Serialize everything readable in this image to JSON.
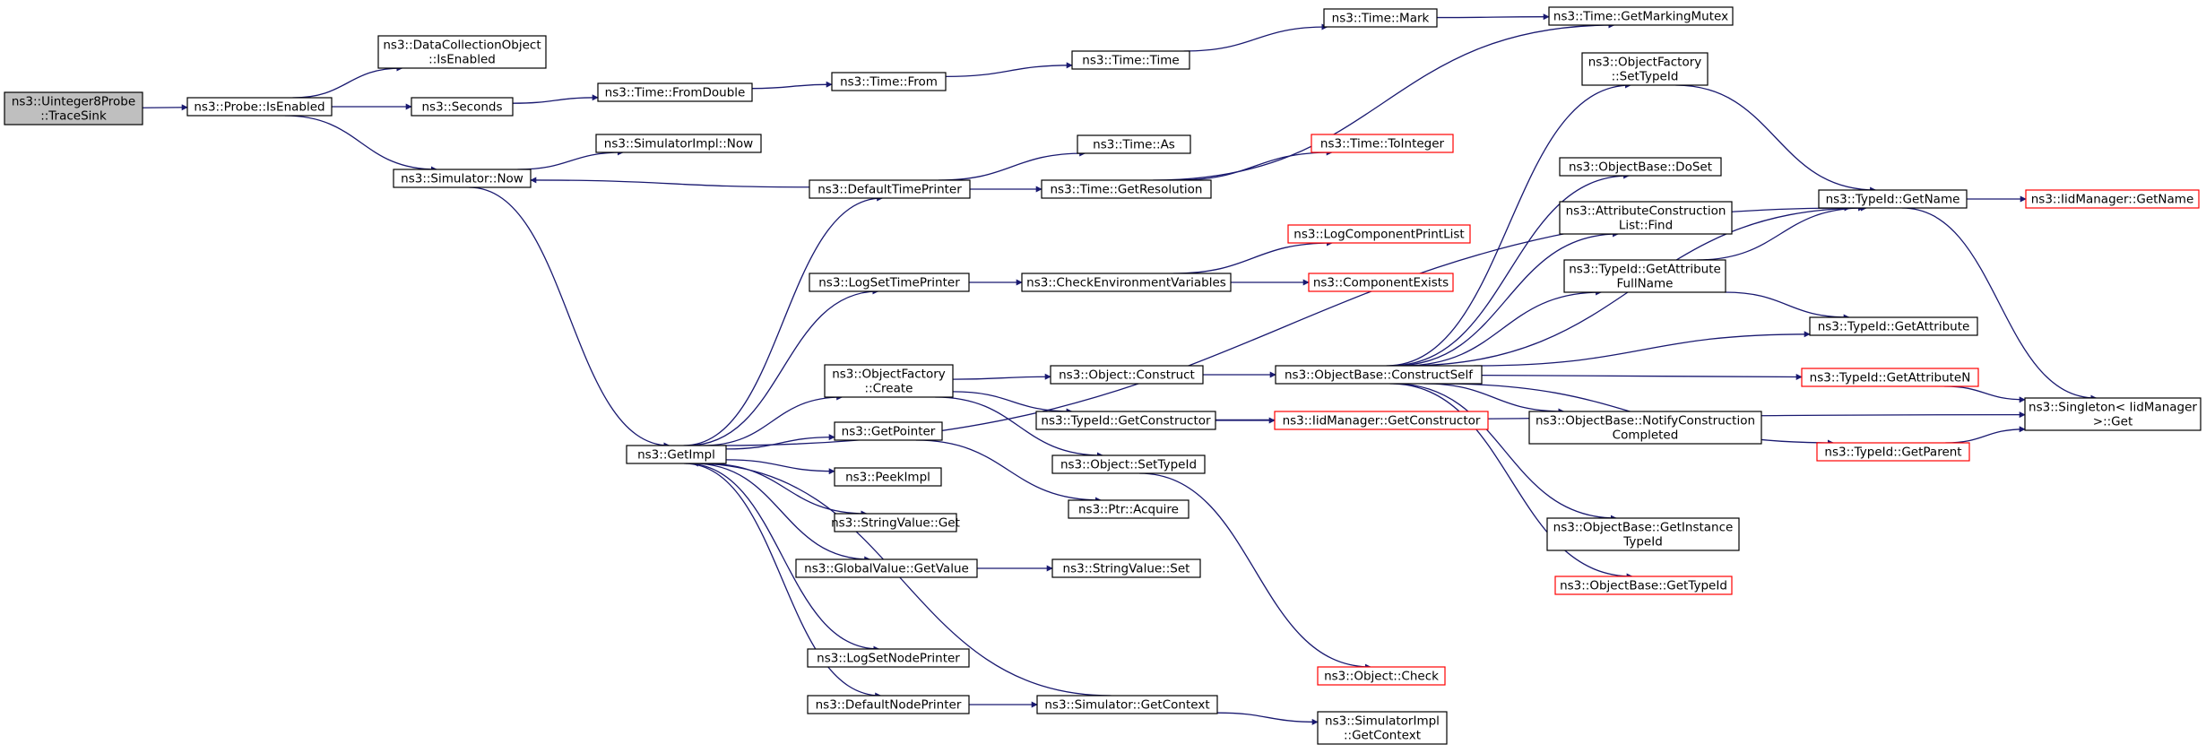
{
  "colors": {
    "edge": "#191970",
    "node_border": "#000000",
    "truncated_border": "#ff0000",
    "root_fill": "#bfbfbf",
    "node_fill": "#ffffff"
  },
  "nodes": {
    "root": {
      "lines": [
        "ns3::Uinteger8Probe",
        "::TraceSink"
      ],
      "style": "root"
    },
    "isEnabled": {
      "lines": [
        "ns3::Probe::IsEnabled"
      ],
      "style": "normal"
    },
    "dcoIsEnabled": {
      "lines": [
        "ns3::DataCollectionObject",
        "::IsEnabled"
      ],
      "style": "normal"
    },
    "seconds": {
      "lines": [
        "ns3::Seconds"
      ],
      "style": "normal"
    },
    "simNow": {
      "lines": [
        "ns3::Simulator::Now"
      ],
      "style": "normal"
    },
    "fromDouble": {
      "lines": [
        "ns3::Time::FromDouble"
      ],
      "style": "normal"
    },
    "timeFrom": {
      "lines": [
        "ns3::Time::From"
      ],
      "style": "normal"
    },
    "timeTime": {
      "lines": [
        "ns3::Time::Time"
      ],
      "style": "normal"
    },
    "timeMark": {
      "lines": [
        "ns3::Time::Mark"
      ],
      "style": "normal"
    },
    "markingMutex": {
      "lines": [
        "ns3::Time::GetMarkingMutex"
      ],
      "style": "normal"
    },
    "simImplNow": {
      "lines": [
        "ns3::SimulatorImpl::Now"
      ],
      "style": "normal"
    },
    "timeAs": {
      "lines": [
        "ns3::Time::As"
      ],
      "style": "normal"
    },
    "defaultTimePrinter": {
      "lines": [
        "ns3::DefaultTimePrinter"
      ],
      "style": "normal"
    },
    "getResolution": {
      "lines": [
        "ns3::Time::GetResolution"
      ],
      "style": "normal"
    },
    "toInteger": {
      "lines": [
        "ns3::Time::ToInteger"
      ],
      "style": "truncated"
    },
    "logCompPrintList": {
      "lines": [
        "ns3::LogComponentPrintList"
      ],
      "style": "truncated"
    },
    "logSetTimePrinter": {
      "lines": [
        "ns3::LogSetTimePrinter"
      ],
      "style": "normal"
    },
    "checkEnvVars": {
      "lines": [
        "ns3::CheckEnvironmentVariables"
      ],
      "style": "normal"
    },
    "componentExists": {
      "lines": [
        "ns3::ComponentExists"
      ],
      "style": "truncated"
    },
    "ofSetTypeId": {
      "lines": [
        "ns3::ObjectFactory",
        "::SetTypeId"
      ],
      "style": "normal"
    },
    "obDoSet": {
      "lines": [
        "ns3::ObjectBase::DoSet"
      ],
      "style": "normal"
    },
    "attrConstrFind": {
      "lines": [
        "ns3::AttributeConstruction",
        "List::Find"
      ],
      "style": "normal"
    },
    "getAttrFullName": {
      "lines": [
        "ns3::TypeId::GetAttribute",
        "FullName"
      ],
      "style": "normal"
    },
    "typeIdGetName": {
      "lines": [
        "ns3::TypeId::GetName"
      ],
      "style": "normal"
    },
    "iidGetName": {
      "lines": [
        "ns3::IidManager::GetName"
      ],
      "style": "truncated"
    },
    "getAttribute": {
      "lines": [
        "ns3::TypeId::GetAttribute"
      ],
      "style": "normal"
    },
    "ofCreate": {
      "lines": [
        "ns3::ObjectFactory",
        "::Create"
      ],
      "style": "normal"
    },
    "objConstruct": {
      "lines": [
        "ns3::Object::Construct"
      ],
      "style": "normal"
    },
    "constructSelf": {
      "lines": [
        "ns3::ObjectBase::ConstructSelf"
      ],
      "style": "normal"
    },
    "getAttributeN": {
      "lines": [
        "ns3::TypeId::GetAttributeN"
      ],
      "style": "truncated"
    },
    "singletonGet": {
      "lines": [
        "ns3::Singleton< IidManager",
        " >::Get"
      ],
      "style": "normal"
    },
    "getConstructor": {
      "lines": [
        "ns3::TypeId::GetConstructor"
      ],
      "style": "normal"
    },
    "iidGetConstructor": {
      "lines": [
        "ns3::IidManager::GetConstructor"
      ],
      "style": "truncated"
    },
    "notifyConstr": {
      "lines": [
        "ns3::ObjectBase::NotifyConstruction",
        "Completed"
      ],
      "style": "normal"
    },
    "getImpl": {
      "lines": [
        "ns3::GetImpl"
      ],
      "style": "normal"
    },
    "getPointer": {
      "lines": [
        "ns3::GetPointer"
      ],
      "style": "normal"
    },
    "objSetTypeId": {
      "lines": [
        "ns3::Object::SetTypeId"
      ],
      "style": "normal"
    },
    "getParent": {
      "lines": [
        "ns3::TypeId::GetParent"
      ],
      "style": "truncated"
    },
    "peekImpl": {
      "lines": [
        "ns3::PeekImpl"
      ],
      "style": "normal"
    },
    "ptrAcquire": {
      "lines": [
        "ns3::Ptr::Acquire"
      ],
      "style": "normal"
    },
    "stringValueGet": {
      "lines": [
        "ns3::StringValue::Get"
      ],
      "style": "normal"
    },
    "getInstanceTypeId": {
      "lines": [
        "ns3::ObjectBase::GetInstance",
        "TypeId"
      ],
      "style": "normal"
    },
    "gvGetValue": {
      "lines": [
        "ns3::GlobalValue::GetValue"
      ],
      "style": "normal"
    },
    "stringValueSet": {
      "lines": [
        "ns3::StringValue::Set"
      ],
      "style": "normal"
    },
    "obGetTypeId": {
      "lines": [
        "ns3::ObjectBase::GetTypeId"
      ],
      "style": "truncated"
    },
    "logSetNodePrinter": {
      "lines": [
        "ns3::LogSetNodePrinter"
      ],
      "style": "normal"
    },
    "objCheck": {
      "lines": [
        "ns3::Object::Check"
      ],
      "style": "truncated"
    },
    "defaultNodePrinter": {
      "lines": [
        "ns3::DefaultNodePrinter"
      ],
      "style": "normal"
    },
    "simGetContext": {
      "lines": [
        "ns3::Simulator::GetContext"
      ],
      "style": "normal"
    },
    "simImplGetContext": {
      "lines": [
        "ns3::SimulatorImpl",
        "::GetContext"
      ],
      "style": "normal"
    }
  },
  "edges": [
    [
      "root",
      "isEnabled"
    ],
    [
      "isEnabled",
      "dcoIsEnabled"
    ],
    [
      "isEnabled",
      "seconds"
    ],
    [
      "isEnabled",
      "simNow"
    ],
    [
      "seconds",
      "fromDouble"
    ],
    [
      "fromDouble",
      "timeFrom"
    ],
    [
      "timeFrom",
      "timeTime"
    ],
    [
      "timeTime",
      "timeMark"
    ],
    [
      "timeMark",
      "markingMutex"
    ],
    [
      "simNow",
      "simImplNow"
    ],
    [
      "simNow",
      "getImpl"
    ],
    [
      "defaultTimePrinter",
      "simNow"
    ],
    [
      "defaultTimePrinter",
      "timeAs"
    ],
    [
      "defaultTimePrinter",
      "getResolution"
    ],
    [
      "getResolution",
      "toInteger"
    ],
    [
      "getResolution",
      "markingMutex"
    ],
    [
      "logSetTimePrinter",
      "checkEnvVars"
    ],
    [
      "checkEnvVars",
      "logCompPrintList"
    ],
    [
      "checkEnvVars",
      "componentExists"
    ],
    [
      "ofSetTypeId",
      "typeIdGetName"
    ],
    [
      "typeIdGetName",
      "iidGetName"
    ],
    [
      "typeIdGetName",
      "singletonGet"
    ],
    [
      "getAttrFullName",
      "typeIdGetName"
    ],
    [
      "getAttrFullName",
      "getAttribute"
    ],
    [
      "getAttributeN",
      "singletonGet"
    ],
    [
      "getParent",
      "singletonGet"
    ],
    [
      "constructSelf",
      "ofSetTypeId"
    ],
    [
      "constructSelf",
      "typeIdGetName"
    ],
    [
      "constructSelf",
      "obDoSet"
    ],
    [
      "constructSelf",
      "attrConstrFind"
    ],
    [
      "constructSelf",
      "getAttrFullName"
    ],
    [
      "constructSelf",
      "getAttribute"
    ],
    [
      "constructSelf",
      "getAttributeN"
    ],
    [
      "constructSelf",
      "notifyConstr"
    ],
    [
      "constructSelf",
      "getParent"
    ],
    [
      "constructSelf",
      "getInstanceTypeId"
    ],
    [
      "constructSelf",
      "obGetTypeId"
    ],
    [
      "getImpl",
      "defaultTimePrinter"
    ],
    [
      "getImpl",
      "logSetTimePrinter"
    ],
    [
      "getImpl",
      "typeIdGetName"
    ],
    [
      "getImpl",
      "ofCreate"
    ],
    [
      "getImpl",
      "getPointer"
    ],
    [
      "getImpl",
      "peekImpl"
    ],
    [
      "getImpl",
      "stringValueGet"
    ],
    [
      "getImpl",
      "gvGetValue"
    ],
    [
      "getImpl",
      "logSetNodePrinter"
    ],
    [
      "getImpl",
      "defaultNodePrinter"
    ],
    [
      "simGetContext",
      "getImpl"
    ],
    [
      "ofCreate",
      "objConstruct"
    ],
    [
      "ofCreate",
      "getConstructor"
    ],
    [
      "ofCreate",
      "objSetTypeId"
    ],
    [
      "objConstruct",
      "constructSelf"
    ],
    [
      "getConstructor",
      "iidGetConstructor"
    ],
    [
      "getConstructor",
      "singletonGet"
    ],
    [
      "getPointer",
      "ptrAcquire"
    ],
    [
      "objSetTypeId",
      "objCheck"
    ],
    [
      "gvGetValue",
      "stringValueSet"
    ],
    [
      "defaultNodePrinter",
      "simGetContext"
    ],
    [
      "simGetContext",
      "simImplGetContext"
    ]
  ]
}
